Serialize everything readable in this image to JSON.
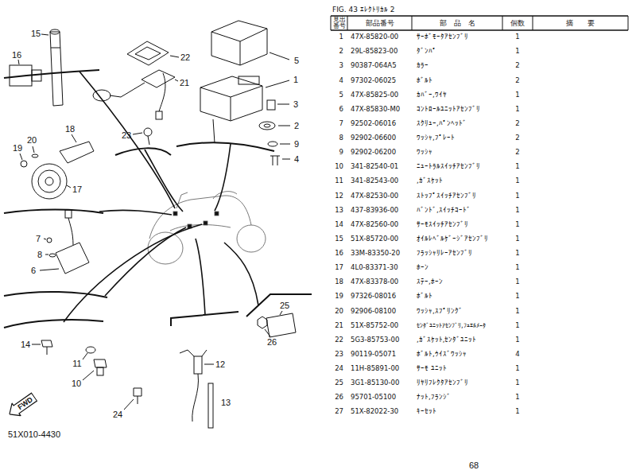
{
  "diagram": {
    "title": "FIG. 43 ｴﾚｸﾄﾘｶﾙ 2",
    "nodes": [
      {
        "text": [
          "FWD"
        ]
      }
    ],
    "labels": [
      "1",
      "2",
      "3",
      "4",
      "5",
      "6",
      "7",
      "8",
      "9",
      "10",
      "11",
      "12",
      "13",
      "14",
      "15",
      "16",
      "17",
      "18",
      "19",
      "20",
      "21",
      "22",
      "23",
      "24",
      "25",
      "26",
      "51X010-4430",
      "見出番号",
      "部品番号",
      "部　品　名",
      "個数",
      "摘　　要",
      "1",
      "47X-85820-00",
      "ｻｰﾎﾞﾓｰﾀｱｾﾝﾌﾞﾘ",
      "1",
      "2",
      "29L-85823-00",
      "ﾀﾞﾝﾊﾟ",
      "1",
      "3",
      "90387-064A5",
      "ｶﾗｰ",
      "2",
      "4",
      "97302-06025",
      "ﾎﾞﾙﾄ",
      "2",
      "5",
      "47X-85825-00",
      "ｶﾊﾞｰ,ﾜｲﾔ",
      "1",
      "6",
      "47X-85830-M0",
      "ｺﾝﾄﾛｰﾙﾕﾆｯﾄｱｾﾝﾌﾞﾘ",
      "1",
      "7",
      "92502-06016",
      "ｽｸﾘｭｰ,ﾊﾟﾝﾍｯﾄﾞ",
      "2",
      "8",
      "92902-06600",
      "ﾜｯｼｬ,ﾌﾟﾚｰﾄ",
      "2",
      "9",
      "92902-06200",
      "ﾜｯｼｬ",
      "2",
      "10",
      "341-82540-01",
      "ﾆｭｰﾄﾗﾙｽｲｯﾁｱｾﾝﾌﾞﾘ",
      "1",
      "11",
      "341-82543-00",
      ",ｶﾞｽｹｯﾄ",
      "1",
      "12",
      "47X-82530-00",
      "ｽﾄｯﾌﾟｽｲｯﾁｱｾﾝﾌﾞﾘ",
      "1",
      "13",
      "437-83936-00",
      "ﾊﾞﾝﾄﾞ,ｽｲｯﾁｺｰﾄﾞ",
      "1",
      "14",
      "47X-82560-00",
      "ｻｰﾓｽｲｯﾁｱｾﾝﾌﾞﾘ",
      "1",
      "15",
      "51X-85720-00",
      "ｵｲﾙﾚﾍﾞﾙｹﾞｰｼﾞｱｾﾝﾌﾞﾘ",
      "1",
      "16",
      "33M-83350-20",
      "ﾌﾗｯｼｬﾘﾚｰｱｾﾝﾌﾞﾘ",
      "1",
      "17",
      "4L0-83371-30",
      "ﾎｰﾝ",
      "1",
      "18",
      "47X-83378-00",
      "ｽﾃｰ,ﾎｰﾝ",
      "1",
      "19",
      "97326-08016",
      "ﾎﾞﾙﾄ",
      "1",
      "20",
      "92906-08100",
      "ﾜｯｼｬ,ｽﾌﾟﾘﾝｸﾞ",
      "1",
      "21",
      "51X-85752-00",
      "ｾﾝﾀﾞﾕﾆｯﾄｱｾﾝﾌﾞﾘ,ﾌｭｴﾙﾒｰﾀ",
      "1",
      "22",
      "5G3-85753-00",
      ",ｶﾞｽｹｯﾄ,ｾﾝﾀﾞﾕﾆｯﾄ",
      "1",
      "23",
      "90119-05071",
      "ﾎﾞﾙﾄ,ｳｲｽﾞﾜｯｼｬ",
      "4",
      "24",
      "11H-85891-00",
      "ｻｰﾓ ﾕﾆｯﾄ",
      "1",
      "25",
      "3G1-85130-00",
      "ﾘﾔﾘﾌﾚｸﾀｱｾﾝﾌﾞﾘ",
      "1",
      "26",
      "95701-05100",
      "ﾅｯﾄ,ﾌﾗﾝｼﾞ",
      "1",
      "27",
      "51X-82022-30",
      "ｷｰｾｯﾄ",
      "1",
      "68"
    ]
  }
}
